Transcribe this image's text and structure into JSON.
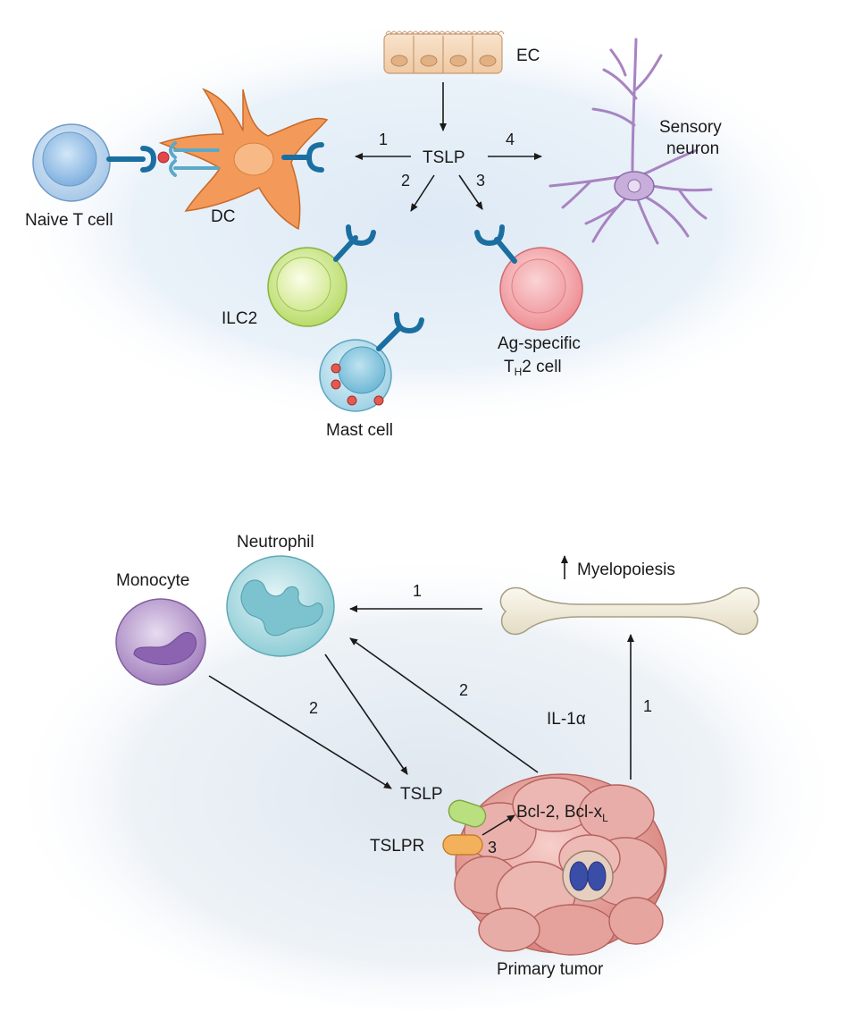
{
  "top_panel": {
    "ec_label": "EC",
    "tslp_label": "TSLP",
    "sensory_line1": "Sensory",
    "sensory_line2": "neuron",
    "naive_t_label": "Naive T cell",
    "dc_label": "DC",
    "ilc2_label": "ILC2",
    "mast_label": "Mast cell",
    "th2_line1": "Ag-specific",
    "th2_prefix": "T",
    "th2_sub": "H",
    "th2_suffix": "2 cell",
    "arrow_nums": [
      "1",
      "2",
      "3",
      "4"
    ]
  },
  "bottom_panel": {
    "neutrophil_label": "Neutrophil",
    "monocyte_label": "Monocyte",
    "myelopoiesis_label": "Myelopoiesis",
    "il1_label": "IL-1α",
    "tslp_label": "TSLP",
    "tslpr_label": "TSLPR",
    "bcl_main": "Bcl-2, Bcl-x",
    "bcl_sub": "L",
    "tumor_label": "Primary tumor",
    "arrow_nums": [
      "1",
      "2",
      "2",
      "1",
      "3"
    ]
  },
  "colors": {
    "ec": "#f3d2b0",
    "dc": "#f08c4c",
    "naive_t": "#bcd8f0",
    "ilc2": "#d7ec9a",
    "mast": "#9fd4e6",
    "th2": "#f3a3a6",
    "neuron": "#b695c8",
    "receptor": "#1b6fa0",
    "neutrophil": "#a9dde3",
    "monocyte": "#b497c8",
    "tumor": "#e59f9a",
    "nucleus": "#3a4ea8"
  }
}
